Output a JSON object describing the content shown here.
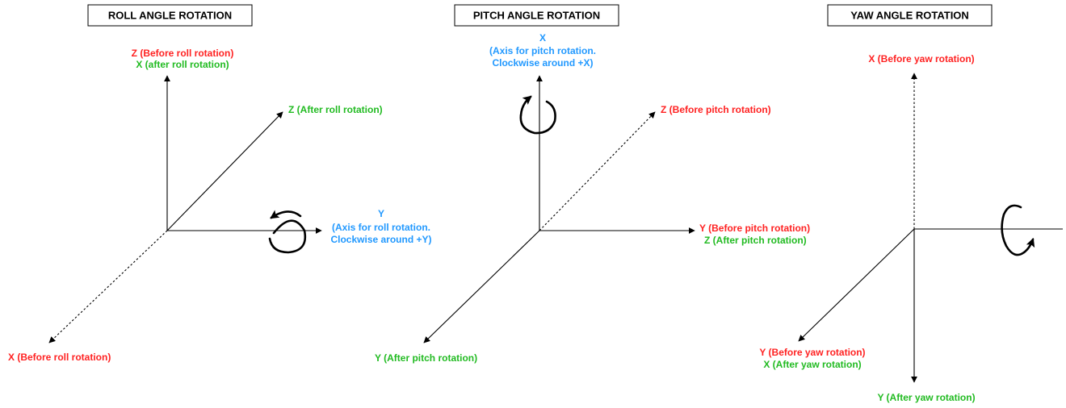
{
  "colors": {
    "before": "#ff2222",
    "after": "#22bb22",
    "axis_of_rotation": "#2299ff",
    "lines": "#000000"
  },
  "roll": {
    "title": "ROLL ANGLE ROTATION",
    "z_before": "Z (Before roll rotation)",
    "x_after": "X (after roll rotation)",
    "z_after": "Z (After roll rotation)",
    "y_axis_name": "Y",
    "y_axis_desc1": "(Axis for roll rotation.",
    "y_axis_desc2": "Clockwise around +Y)",
    "x_before": "X (Before roll rotation)"
  },
  "pitch": {
    "title": "PITCH ANGLE ROTATION",
    "x_axis_name": "X",
    "x_axis_desc1": "(Axis for pitch rotation.",
    "x_axis_desc2": "Clockwise around +X)",
    "z_before": "Z (Before pitch rotation)",
    "y_before": "Y (Before pitch rotation)",
    "z_after": "Z (After pitch rotation)",
    "y_after": "Y (After pitch rotation)"
  },
  "yaw": {
    "title": "YAW ANGLE ROTATION",
    "x_before": "X (Before yaw rotation)",
    "y_before": "Y (Before yaw rotation)",
    "x_after": "X (After yaw rotation)",
    "y_after": "Y (After yaw rotation)"
  }
}
